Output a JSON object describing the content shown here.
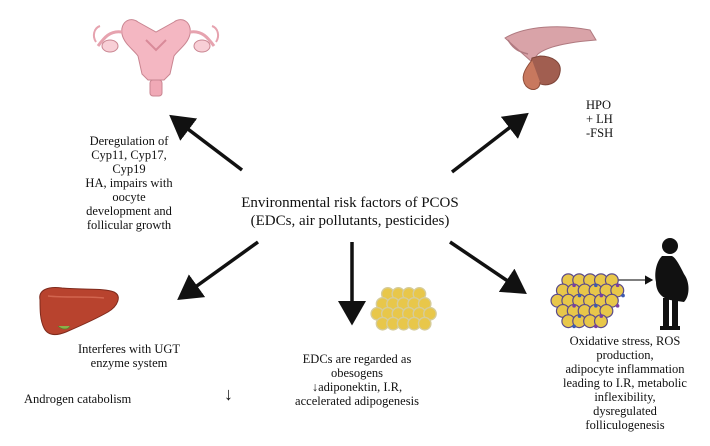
{
  "center": {
    "line1": "Environmental risk factors of PCOS",
    "line2": "(EDCs, air pollutants, pesticides)"
  },
  "ovary_box": {
    "lines": [
      "Deregulation of",
      "Cyp11, Cyp17,",
      "Cyp19",
      "HA, impairs with",
      "oocyte",
      "development and",
      "follicular growth"
    ]
  },
  "hpo_box": {
    "lines": [
      "HPO",
      "+ LH",
      "-FSH"
    ]
  },
  "liver_box": {
    "line1": "Interferes with UGT",
    "line2": "enzyme system",
    "line3": "Androgen catabolism",
    "arrow": "↓"
  },
  "fat_box": {
    "line1": "EDCs are regarded as",
    "line2": "obesogens",
    "line3_arrow": "↓",
    "line3": "adiponektin, I.R,",
    "line4": "accelerated adipogenesis"
  },
  "stress_box": {
    "lines": [
      "Oxidative stress, ROS",
      "production,",
      "adipocyte inflammation",
      "leading to I.R, metabolic",
      "inflexibility,",
      "dysregulated",
      "folliculogenesis"
    ]
  },
  "icons": {
    "uterus": "uterus-icon",
    "pituitary": "pituitary-icon",
    "liver": "liver-icon",
    "fat_cells": "fat-cells-icon",
    "inflamed_fat": "inflamed-fat-cells-icon",
    "person": "obese-person-icon"
  },
  "colors": {
    "uterus": "#f4b7c2",
    "liver": "#b8432e",
    "fat": "#e8c74a",
    "arrow": "#111111"
  }
}
